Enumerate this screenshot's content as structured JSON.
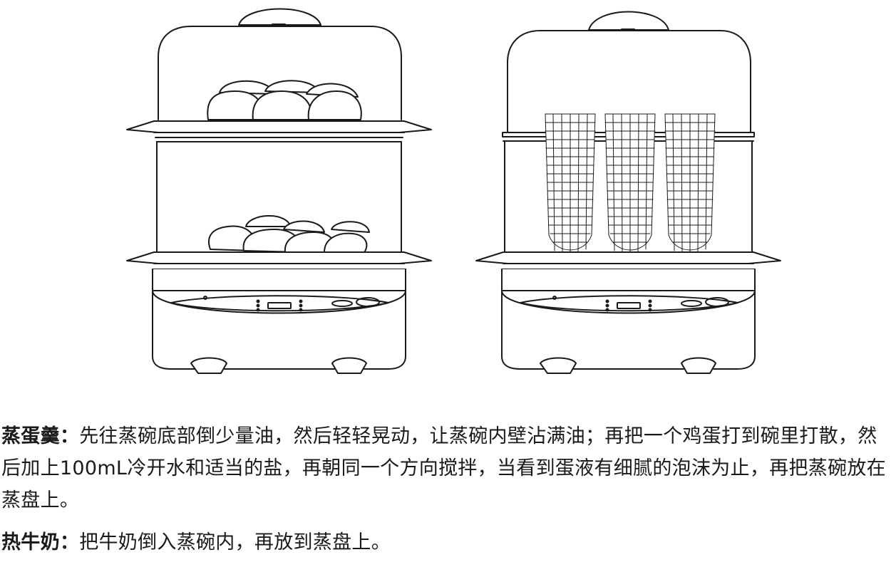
{
  "recipes": [
    {
      "term": "蒸蛋羹：",
      "body": "先往蒸碗底部倒少量油，然后轻轻晃动，让蒸碗内壁沾满油；再把一个鸡蛋打到碗里打散，然后加上100mL冷开水和适当的盐，再朝同一个方向搅拌，当看到蛋液有细腻的泡沫为止，再把蒸碗放在蒸盘上。"
    },
    {
      "term": "热牛奶：",
      "body": "把牛奶倒入蒸碗内，再放到蒸盘上。"
    }
  ],
  "illustrations": [
    {
      "name": "steamer-with-buns-and-dumplings"
    },
    {
      "name": "steamer-with-corn"
    }
  ]
}
